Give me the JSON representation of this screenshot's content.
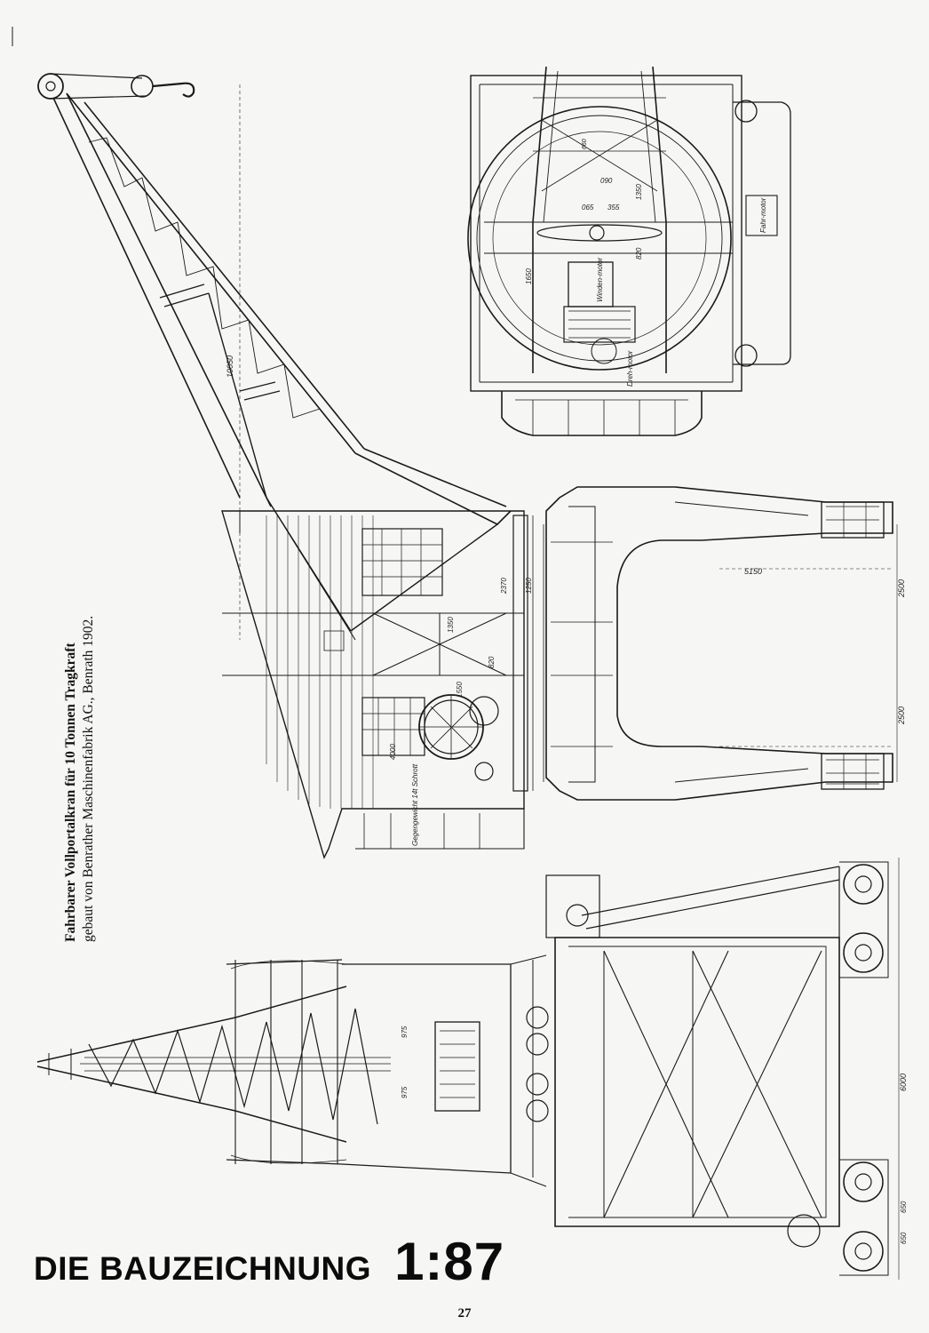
{
  "caption": {
    "line1": "Fahrbarer Vollportalkran für 10 Tonnen Tragkraft",
    "line2": "gebaut von Benrather Maschinenfabrik AG., Benrath 1902."
  },
  "title": {
    "text": "DIE BAUZEICHNUNG",
    "scale": "1:87"
  },
  "page_number": "27",
  "labels": {
    "dimensions": {
      "boom_height": "10050",
      "portal_width": "5150",
      "track_a": "2500",
      "track_b": "2500",
      "column_a": "2370",
      "column_b": "1350",
      "column_c": "1250",
      "column_d": "4000",
      "column_e": "1550",
      "column_f": "820",
      "plan_a": "1650",
      "plan_b": "820",
      "plan_c": "1350",
      "plan_d": "065",
      "plan_e": "355",
      "plan_f": "090",
      "plan_g": "660",
      "front_a": "975",
      "front_b": "975",
      "front_width": "6000",
      "wheel_a": "650",
      "wheel_b": "650"
    },
    "parts": {
      "winch_motor": "Winden-motor",
      "travel_motor": "Fahr-motor",
      "slew_motor": "Dreh-motor",
      "counterweight": "Gegengewicht 14t Schrott"
    }
  }
}
